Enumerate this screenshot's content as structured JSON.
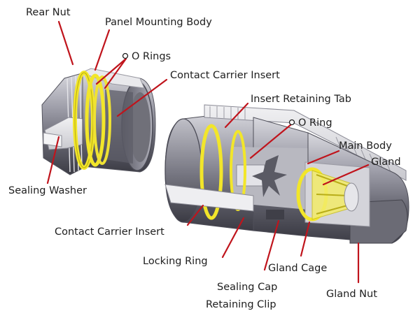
{
  "labels": {
    "rear_nut": "Rear Nut",
    "panel_mounting_body": "Panel Mounting Body",
    "o_rings": "O Rings",
    "contact_carrier_insert_top": "Contact Carrier Insert",
    "insert_retaining_tab": "Insert Retaining Tab",
    "o_ring": "O Ring",
    "main_body": "Main Body",
    "gland": "Gland",
    "sealing_washer": "Sealing Washer",
    "contact_carrier_insert_bottom": "Contact Carrier Insert",
    "locking_ring": "Locking Ring",
    "gland_cage": "Gland Cage",
    "gland_nut": "Gland Nut",
    "sealing_cap_line1": "Sealing Cap",
    "sealing_cap_line2": "Retaining Clip"
  },
  "colors": {
    "leader": "#c0141c",
    "metal_dark": "#4a4a55",
    "metal_mid": "#8a8a95",
    "metal_light": "#d6d6dc",
    "ring_yellow": "#f2e62a",
    "ring_yellow_dark": "#b9ac10"
  }
}
